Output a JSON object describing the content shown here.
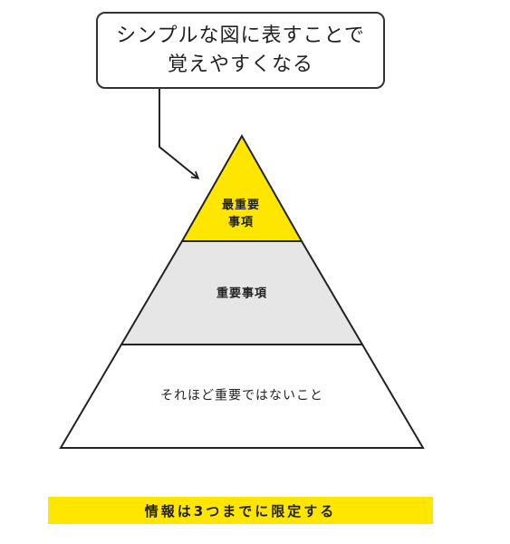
{
  "callout": {
    "line1": "シンプルな図に表すことで",
    "line2": "覚えやすくなる"
  },
  "pyramid": {
    "top": {
      "line1": "最重要",
      "line2": "事項"
    },
    "middle": {
      "label": "重要事項"
    },
    "bottom": {
      "label": "それほど重要ではないこと"
    }
  },
  "banner": {
    "text": "情報は3つまでに限定する"
  },
  "colors": {
    "accent_yellow": "#ffe600",
    "middle_gray": "#e6e6e6",
    "outline": "#222222"
  }
}
